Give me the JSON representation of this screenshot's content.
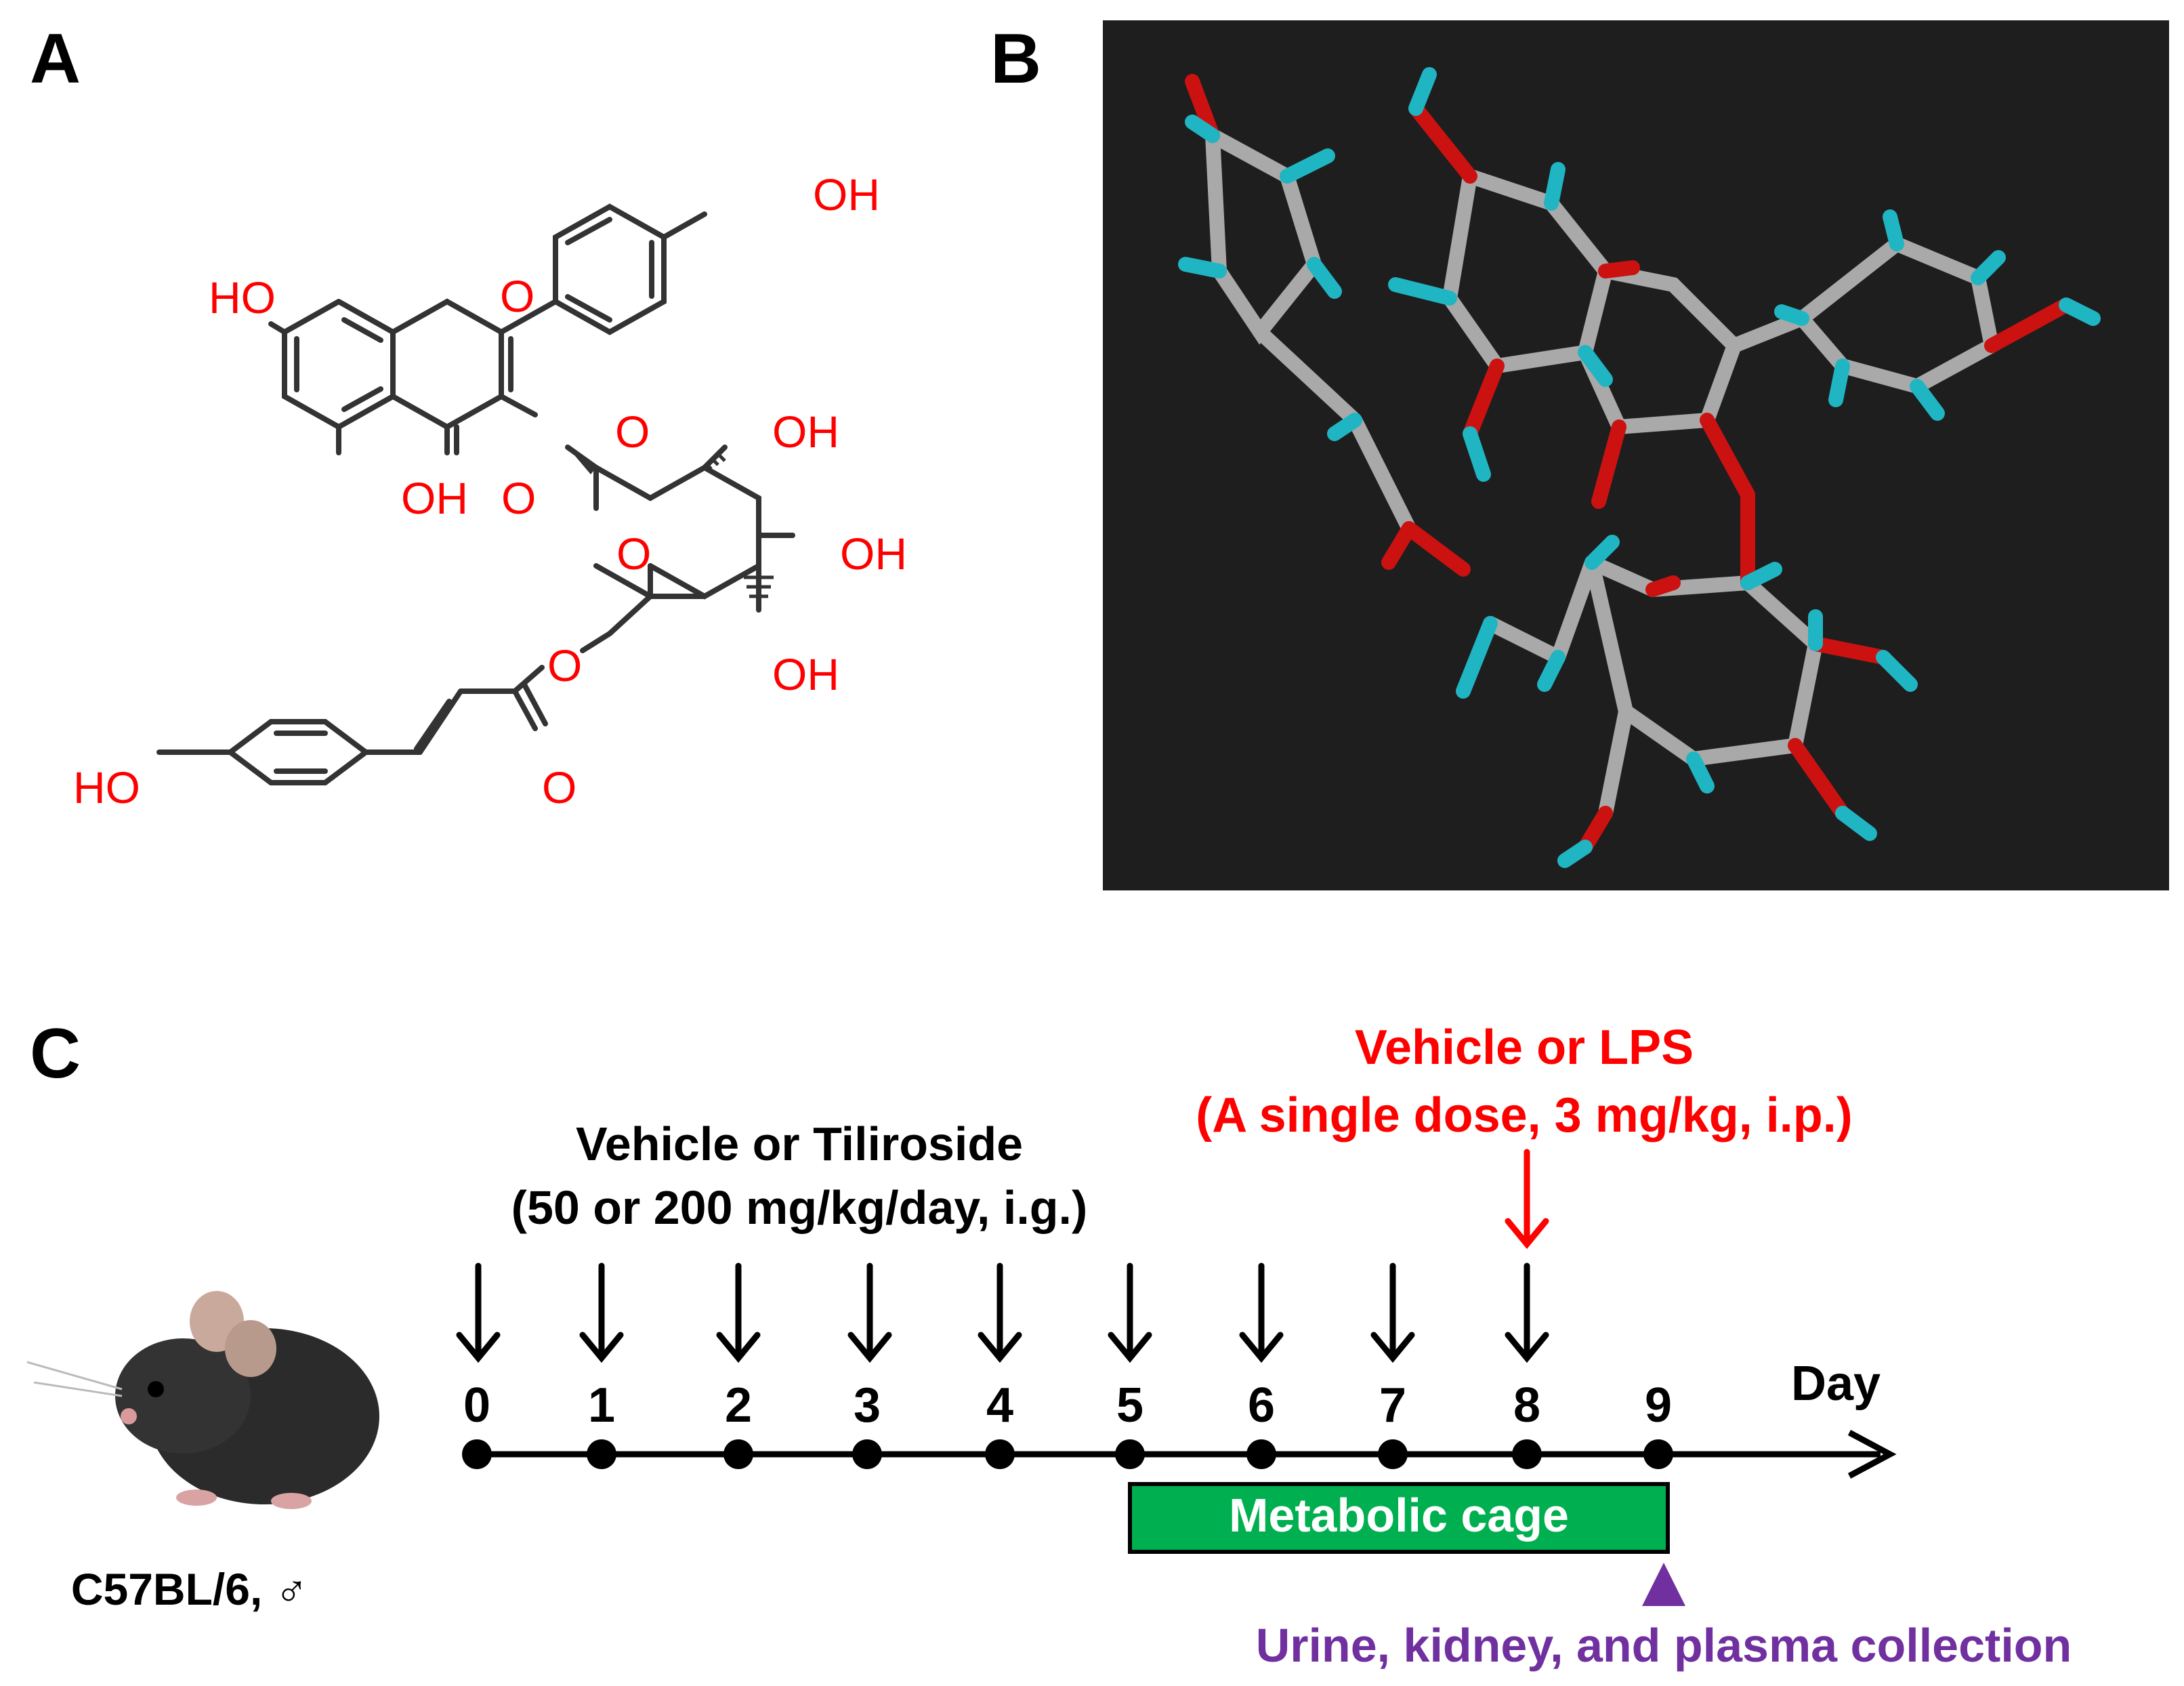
{
  "panels": {
    "a": "A",
    "b": "B",
    "c": "C"
  },
  "structure_a": {
    "atoms": {
      "oh_phenyl_top": "OH",
      "ho_left": "HO",
      "o_ring": "O",
      "o_glyco": "O",
      "oh_5": "OH",
      "o_keto": "O",
      "oh_sugar_2": "OH",
      "o_sugar_ring": "O",
      "oh_sugar_3": "OH",
      "oh_sugar_4": "OH",
      "o_ester": "O",
      "ho_coumaroyl": "HO",
      "o_carbonyl": "O"
    },
    "colors": {
      "heteroatom": "#ff0000",
      "bond": "#333333"
    }
  },
  "model_b": {
    "background": "#1e1e1e",
    "colors": {
      "carbon": "#a9a9a9",
      "oxygen": "#cc1111",
      "hydrogen": "#1fb5c2"
    }
  },
  "timeline": {
    "treatment_label": "Vehicle or Tiliroside",
    "treatment_dose": "(50 or 200 mg/kg/day,  i.g.)",
    "lps_label": "Vehicle or LPS",
    "lps_dose": "(A single dose, 3 mg/kg, i.p.)",
    "days": [
      "0",
      "1",
      "2",
      "3",
      "4",
      "5",
      "6",
      "7",
      "8",
      "9"
    ],
    "axis_label": "Day",
    "cage_label": "Metabolic cage",
    "collection_label": "Urine, kidney, and plasma collection",
    "mouse_label": "C57BL/6, ♂",
    "colors": {
      "lps": "#ff0000",
      "cage": "#00b050",
      "collection": "#7030a0"
    }
  }
}
